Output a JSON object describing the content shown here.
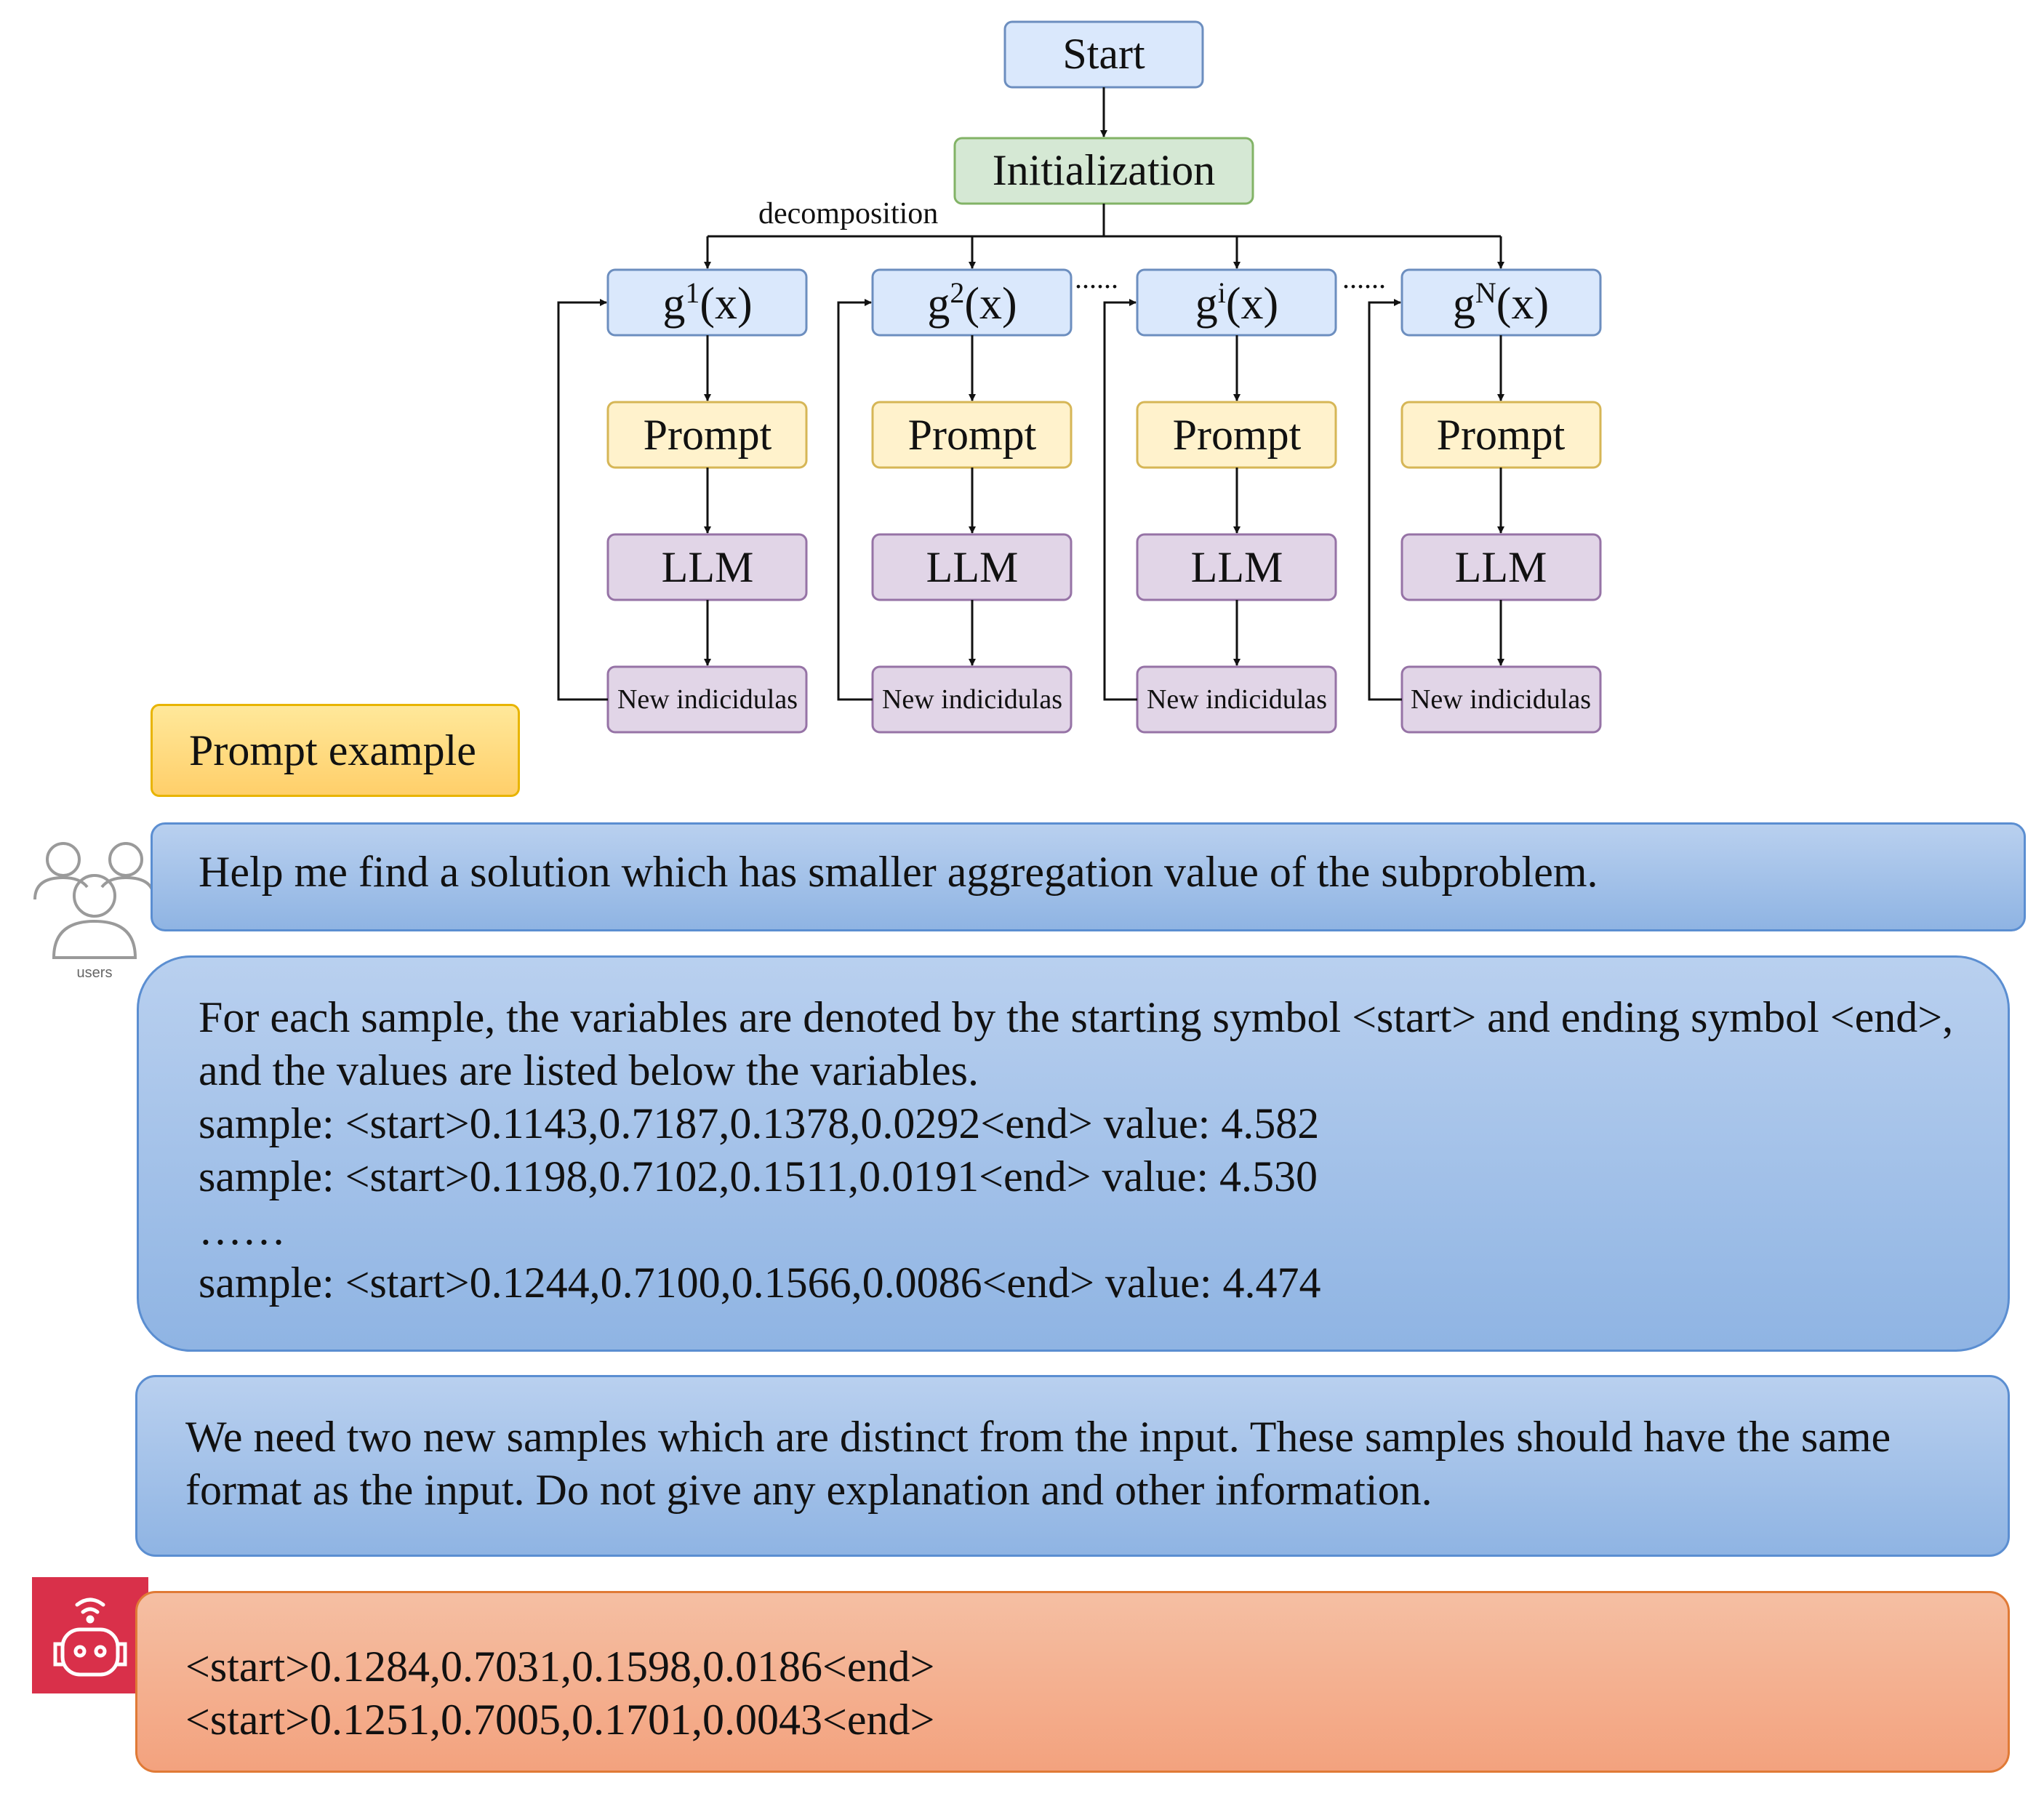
{
  "flowchart": {
    "start": "Start",
    "initialization": "Initialization",
    "decomposition_label": "decomposition",
    "columns": [
      {
        "g_base": "g",
        "g_sup": "1",
        "g_arg": "(x)",
        "prompt": "Prompt",
        "llm": "LLM",
        "new": "New indicidulas"
      },
      {
        "g_base": "g",
        "g_sup": "2",
        "g_arg": "(x)",
        "prompt": "Prompt",
        "llm": "LLM",
        "new": "New indicidulas"
      },
      {
        "g_base": "g",
        "g_sup": "i",
        "g_arg": "(x)",
        "prompt": "Prompt",
        "llm": "LLM",
        "new": "New indicidulas"
      },
      {
        "g_base": "g",
        "g_sup": "N",
        "g_arg": "(x)",
        "prompt": "Prompt",
        "llm": "LLM",
        "new": "New indicidulas"
      }
    ],
    "ellipsis": "......"
  },
  "prompt_example": {
    "label": "Prompt example",
    "user_label": "users",
    "instruction": "Help me find a solution which has smaller aggregation value of the subproblem.",
    "context_lines": [
      "For each sample, the variables are denoted by the starting symbol <start> and ending symbol <end>,",
      "and the values are listed below the variables.",
      "sample: <start>0.1143,0.7187,0.1378,0.0292<end> value: 4.582",
      "sample: <start>0.1198,0.7102,0.1511,0.0191<end> value: 4.530",
      "……",
      "sample: <start>0.1244,0.7100,0.1566,0.0086<end> value: 4.474"
    ],
    "request_lines": [
      "We need two new samples which are distinct from the input. These samples should have the same",
      "format as the input. Do not give any explanation and other information."
    ],
    "response_lines": [
      "<start>0.1284,0.7031,0.1598,0.0186<end>",
      "<start>0.1251,0.7005,0.1701,0.0043<end>"
    ]
  },
  "colors": {
    "start_fill": "#dae8fc",
    "start_stroke": "#6c8ebf",
    "init_fill": "#d5e8d4",
    "init_stroke": "#82b366",
    "prompt_fill": "#fff2cc",
    "prompt_stroke": "#d6b656",
    "llm_fill": "#e1d5e7",
    "llm_stroke": "#9673a6",
    "user_bubble": "#a9c6ec",
    "response_bubble": "#f4ad8c",
    "robot": "#d9304a"
  }
}
